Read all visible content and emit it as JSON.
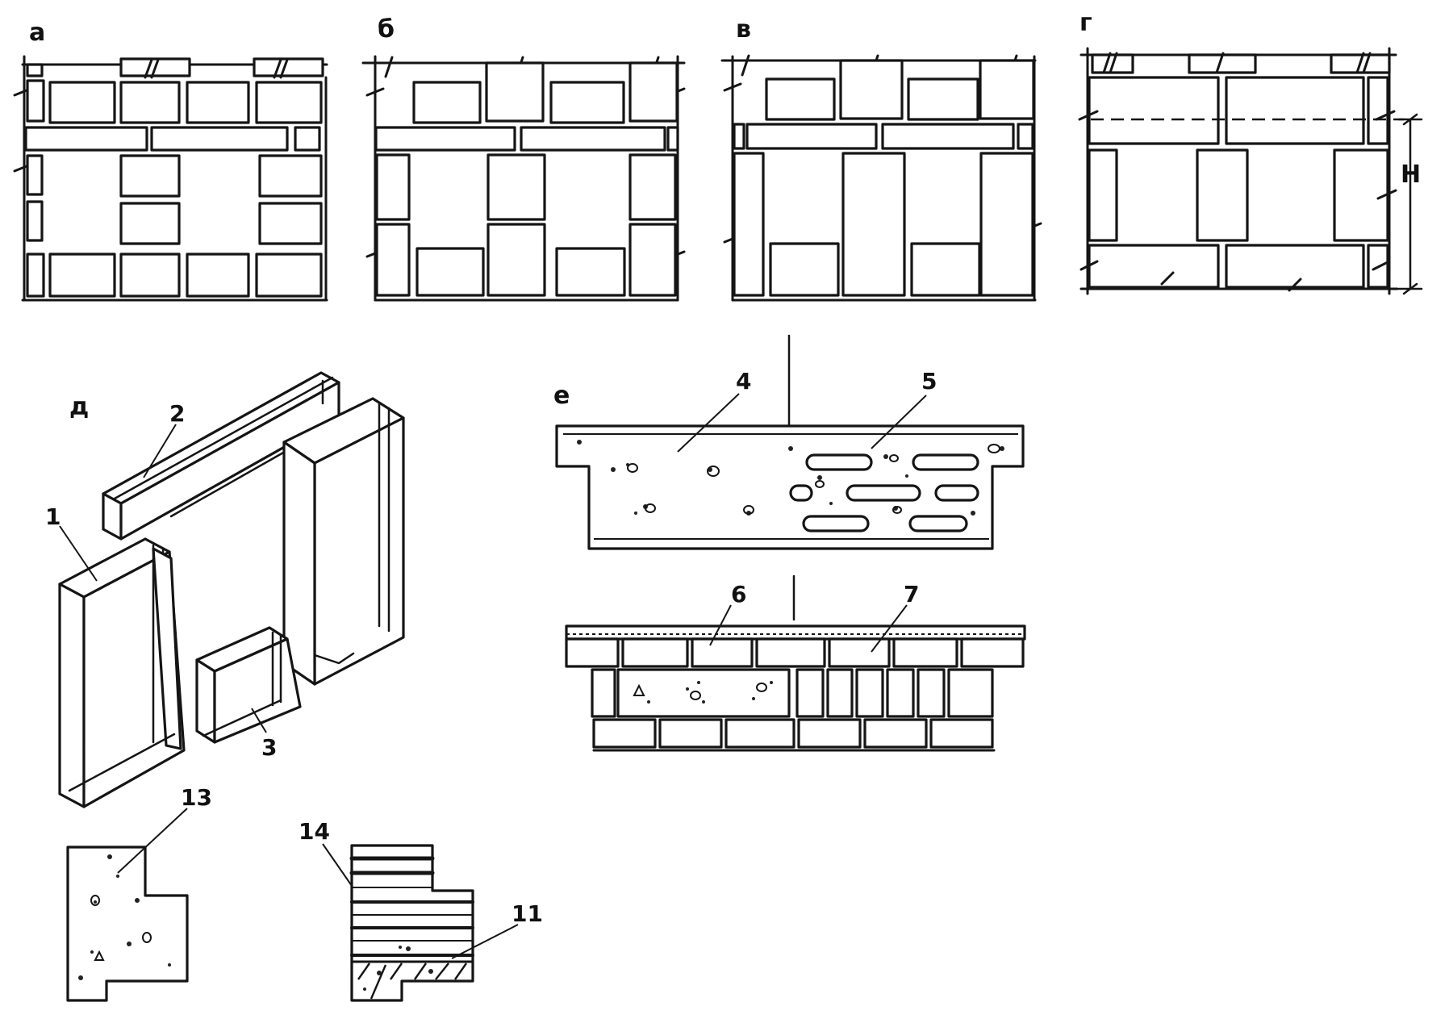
{
  "panels": {
    "a": "а",
    "b": "б",
    "v": "в",
    "g": "г",
    "d": "д",
    "e": "е"
  },
  "dimension": "Н",
  "callouts": [
    "1",
    "2",
    "3",
    "4",
    "5",
    "6",
    "7",
    "13",
    "14",
    "11"
  ]
}
